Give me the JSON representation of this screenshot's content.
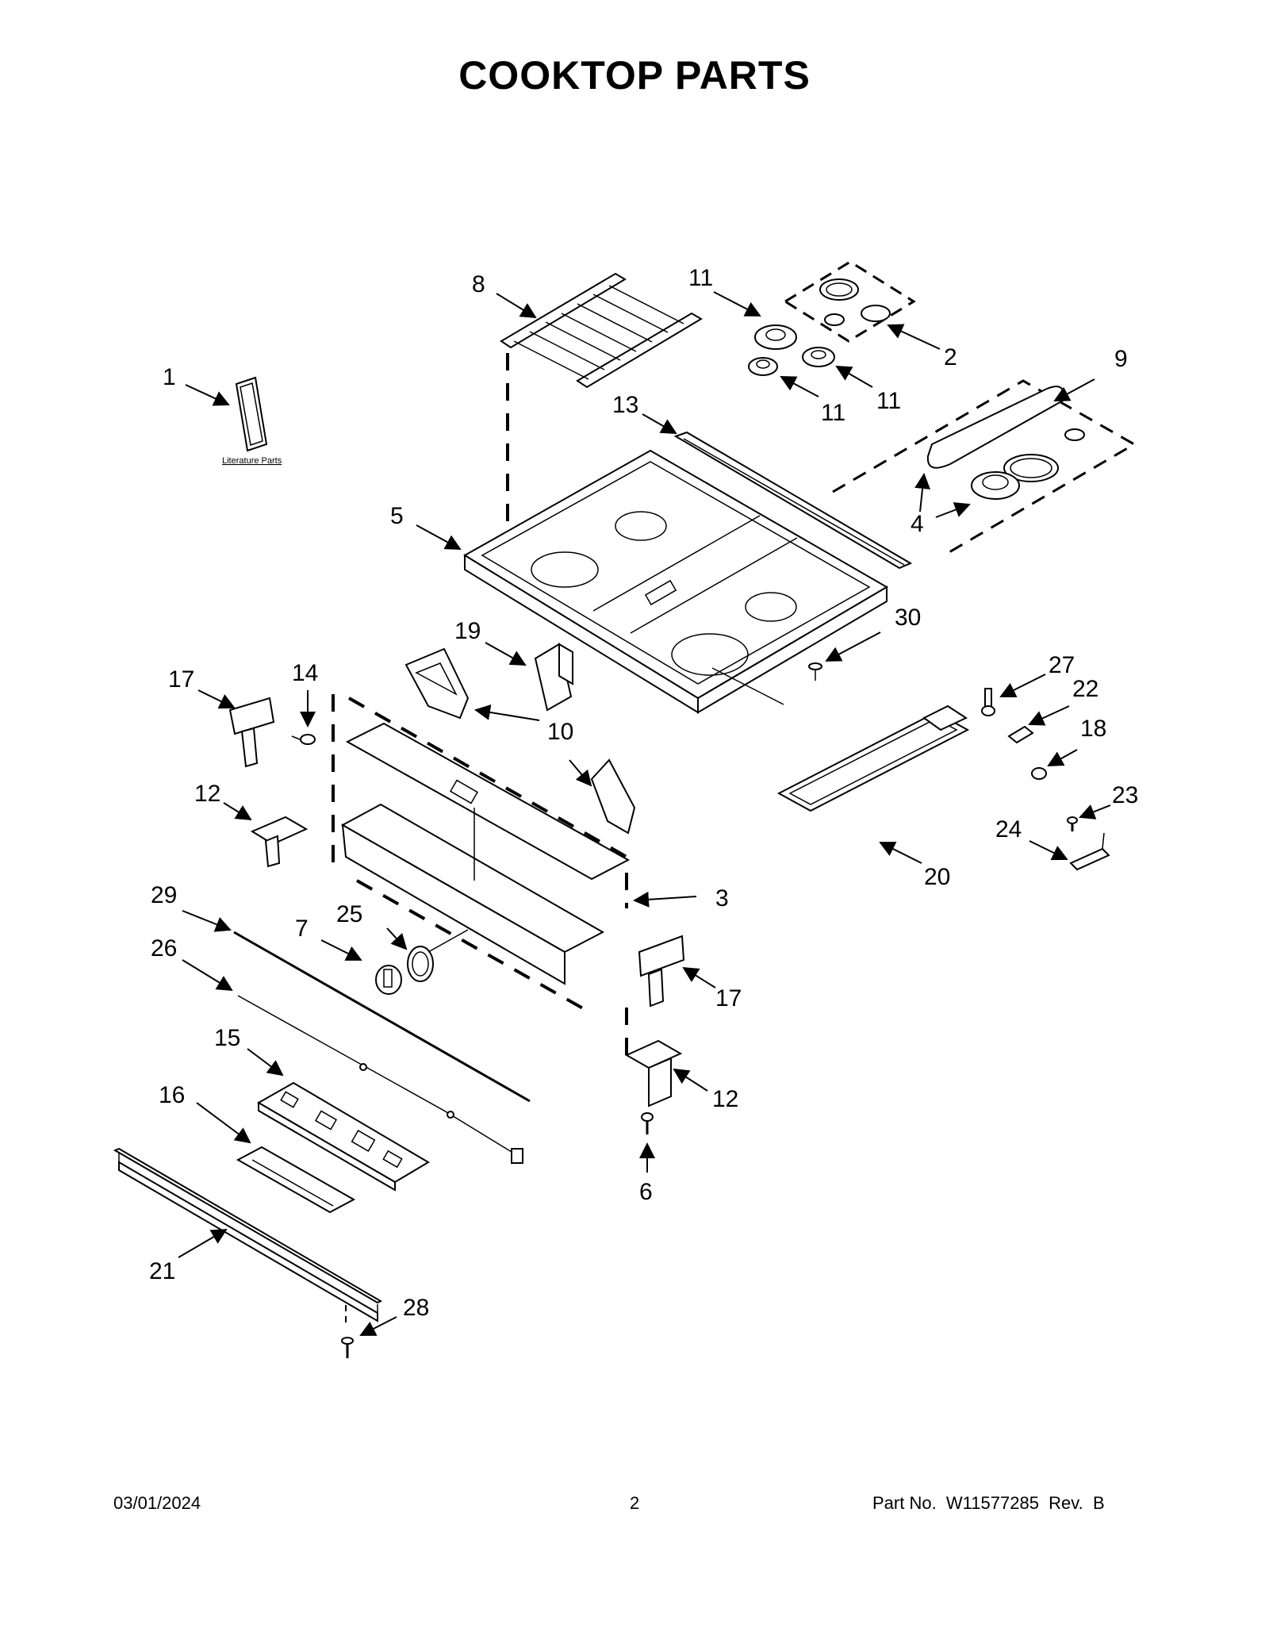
{
  "title": "COOKTOP PARTS",
  "footer": {
    "date": "03/01/2024",
    "page": "2",
    "part_no": "Part No.  W11577285  Rev.  B"
  },
  "literature_label": "Literature Parts",
  "callouts": {
    "c1": "1",
    "c2": "2",
    "c3": "3",
    "c4": "4",
    "c5": "5",
    "c6": "6",
    "c7": "7",
    "c8": "8",
    "c9": "9",
    "c10": "10",
    "c11a": "11",
    "c11b": "11",
    "c11c": "11",
    "c12a": "12",
    "c12b": "12",
    "c13": "13",
    "c14": "14",
    "c15": "15",
    "c16": "16",
    "c17a": "17",
    "c17b": "17",
    "c18": "18",
    "c19": "19",
    "c20": "20",
    "c21": "21",
    "c22": "22",
    "c23": "23",
    "c24": "24",
    "c25": "25",
    "c26": "26",
    "c27": "27",
    "c28": "28",
    "c29": "29",
    "c30": "30"
  }
}
